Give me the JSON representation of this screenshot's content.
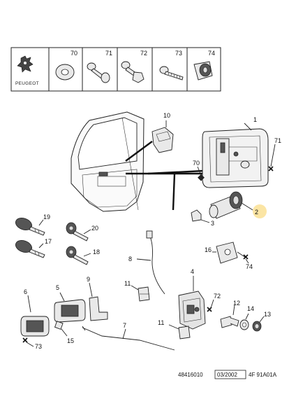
{
  "header": {
    "brand": "PEUGEOT",
    "columns": [
      "70",
      "71",
      "72",
      "73",
      "74"
    ]
  },
  "callouts": {
    "p1": "1",
    "p2": "2",
    "p3": "3",
    "p4": "4",
    "p5": "5",
    "p6": "6",
    "p7": "7",
    "p8": "8",
    "p9": "9",
    "p10": "10",
    "p11a": "11",
    "p11b": "11",
    "p12": "12",
    "p13": "13",
    "p14": "14",
    "p15": "15",
    "p16": "16",
    "p17": "17",
    "p18": "18",
    "p19": "19",
    "p20": "20",
    "p70": "70",
    "p71": "71",
    "p72": "72",
    "p73": "73",
    "p74": "74"
  },
  "footer": {
    "ref": "48416010",
    "date": "03/2002",
    "code": "4F 91A01A"
  },
  "colors": {
    "highlight": "#fbe5a4",
    "ink": "#222222"
  }
}
